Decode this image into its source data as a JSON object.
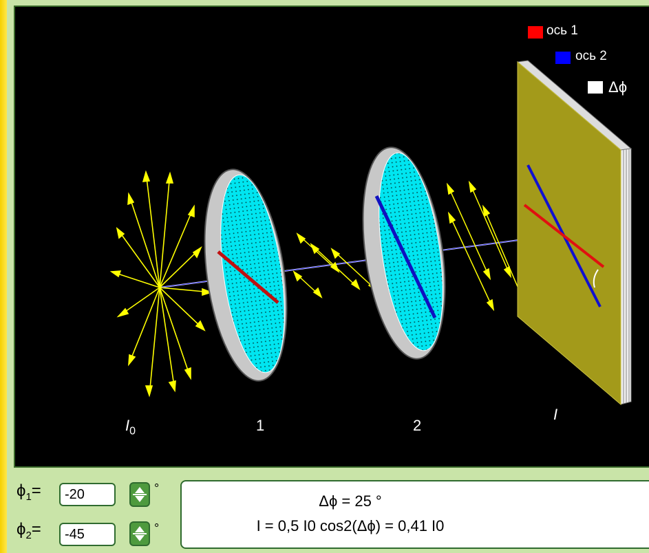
{
  "legend": {
    "axis1_label": "ось 1",
    "axis2_label": "ось 2",
    "delta_label": "Δϕ",
    "axis1_color": "#ff0000",
    "axis2_color": "#0000ff",
    "delta_color": "#ffffff"
  },
  "scene": {
    "label_source_main": "I",
    "label_source_sub": "0",
    "label_polarizer1": "1",
    "label_polarizer2": "2",
    "label_output": "I",
    "polarizer_color": "#00e5f0",
    "screen_color": "#a39a1a",
    "light_color": "#ffff00"
  },
  "controls": {
    "phi1": {
      "symbol": "ϕ",
      "subscript": "1",
      "eq": "=",
      "value": "-20",
      "unit": "°"
    },
    "phi2": {
      "symbol": "ϕ",
      "subscript": "2",
      "eq": "=",
      "value": "-45",
      "unit": "°"
    }
  },
  "result": {
    "delta_line": "Δϕ = 25 °",
    "formula_line": "I = 0,5  I0 cos2(Δϕ) = 0,41 I0"
  }
}
